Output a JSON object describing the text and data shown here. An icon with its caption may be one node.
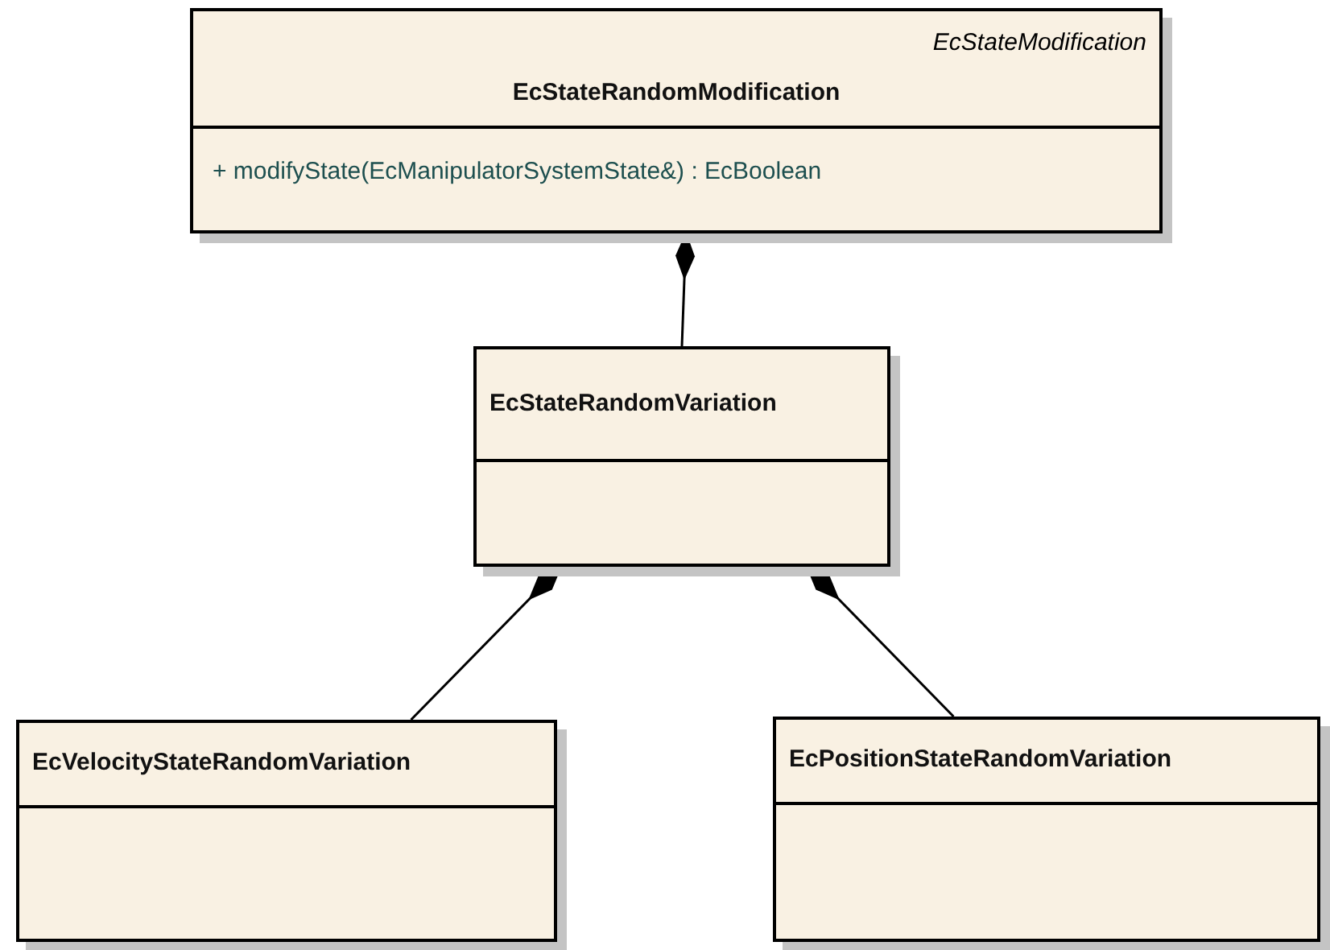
{
  "diagram": {
    "nodes": [
      {
        "text": [
          "EcStateModification",
          "EcStateRandomModification",
          "+ modifyState(EcManipulatorSystemState&) : EcBoolean"
        ]
      },
      {
        "text": [
          "EcStateRandomVariation"
        ]
      },
      {
        "text": [
          "EcVelocityStateRandomVariation"
        ]
      },
      {
        "text": [
          "EcPositionStateRandomVariation"
        ]
      }
    ],
    "edges": [
      {
        "from": 1,
        "to": 0,
        "arrow": "other"
      },
      {
        "from": 2,
        "to": 1,
        "arrow": "other"
      },
      {
        "from": 3,
        "to": 1,
        "arrow": "other"
      }
    ]
  }
}
